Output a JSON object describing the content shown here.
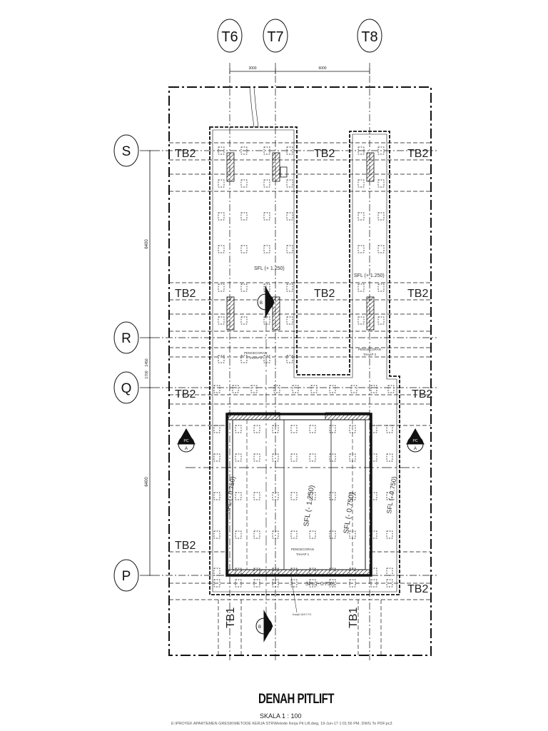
{
  "grid": {
    "columns": [
      "T6",
      "T7",
      "T8"
    ],
    "rows": [
      "S",
      "R",
      "Q",
      "P"
    ],
    "column_spacings": [
      "3000",
      "6000"
    ],
    "row_spacings": [
      "6400",
      "1450",
      "1700",
      "6400"
    ]
  },
  "beam_labels": [
    "TB2",
    "TB1"
  ],
  "level_labels": {
    "upper_left": "SFL (+ 1.250)",
    "upper_right": "SFL (+ 1.250)",
    "pit_left": "SFL (- 0.750)",
    "pit_center": "SFL (- 1.250)",
    "pit_center_right": "SFL (- 0.750)",
    "pit_right": "SFL (- 0.750)",
    "bottom": "SFL (- 0.750)"
  },
  "pour_labels": {
    "stage2_left": "PENGECORAN",
    "stage2_left_sub": "TAHAP 2",
    "stage2_right": "PENGECORAN",
    "stage2_right_sub": "TAHAP 2",
    "stage1": "PENGECORAN",
    "stage1_sub": "TAHAP 1"
  },
  "section_markers": {
    "b_label": "B",
    "pc_label": "PC",
    "a_label": "A"
  },
  "note_label": "Kanjil 15X? FC",
  "title": "DENAH PITLIFT",
  "scale": "SKALA 1 : 100",
  "file_path": "E:\\PROYEK APARTEMEN GRESIK\\METODE KERJA STR\\Metode Kerja Pit Lift.dwg, 19-Jun-17 1:01:56 PM, DWG To PDF.pc3"
}
